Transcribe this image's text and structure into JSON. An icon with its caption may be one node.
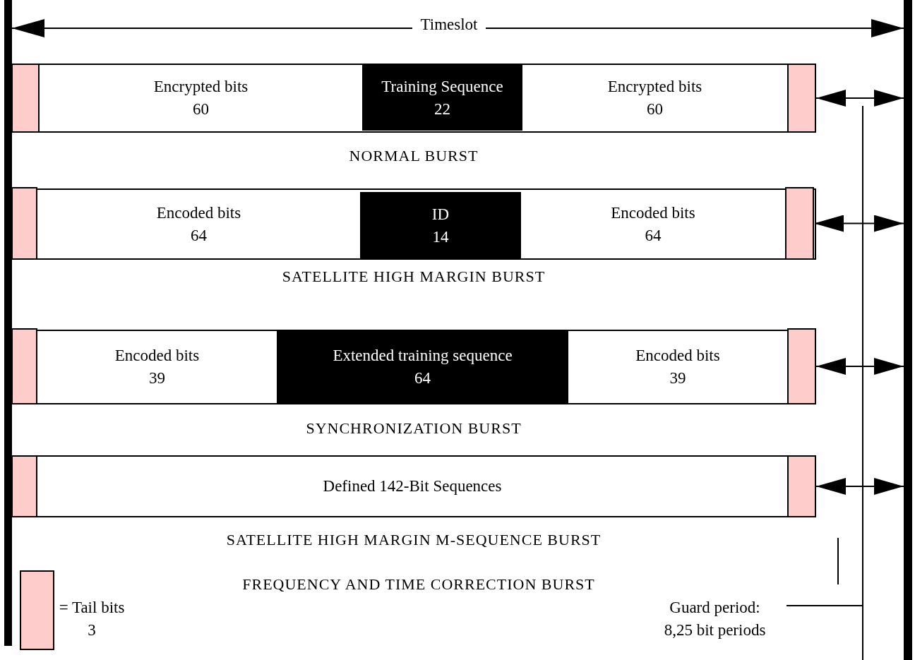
{
  "diagram": {
    "nodes": [
      {
        "text": [],
        "shape": "bar"
      },
      {
        "text": [],
        "shape": "bar"
      },
      {
        "text": [
          "NORMAL BURST"
        ]
      },
      {
        "text": [],
        "shape": "box",
        "in": 2
      },
      {
        "text": [
          "Encrypted bits",
          "60"
        ],
        "in": 2
      },
      {
        "text": [
          "Training Sequence",
          "22"
        ],
        "in": 2
      },
      {
        "text": [
          "Encrypted bits",
          "60"
        ],
        "in": 2
      },
      {
        "text": [],
        "shape": "box",
        "in": 2
      },
      {
        "text": [
          "SATELLITE HIGH MARGIN BURST"
        ]
      },
      {
        "text": [],
        "shape": "box",
        "in": 8
      },
      {
        "text": [
          "Encoded bits",
          "64"
        ],
        "in": 8
      },
      {
        "text": [
          "ID",
          "14"
        ],
        "in": 8
      },
      {
        "text": [
          "Encoded bits",
          "64"
        ],
        "in": 8
      },
      {
        "text": [],
        "shape": "box",
        "in": 8
      },
      {
        "text": [
          "SYNCHRONIZATION BURST"
        ]
      },
      {
        "text": [],
        "shape": "box",
        "in": 14
      },
      {
        "text": [
          "Encoded bits",
          "39"
        ],
        "in": 14
      },
      {
        "text": [
          "Extended training sequence",
          "64"
        ],
        "in": 14
      },
      {
        "text": [
          "Encoded bits",
          "39"
        ],
        "in": 14
      },
      {
        "text": [],
        "shape": "box",
        "in": 14
      },
      {
        "text": [
          "SATELLITE HIGH MARGIN M-SEQUENCE BURST"
        ]
      },
      {
        "text": [],
        "shape": "box",
        "in": 20
      },
      {
        "text": [
          "Defined 142-Bit Sequences"
        ],
        "in": 20
      },
      {
        "text": [],
        "shape": "box",
        "in": 20
      },
      {
        "text": [
          "Guard period:",
          "8,25 bit periods"
        ]
      }
    ],
    "edges": [
      {
        "from": 0,
        "to": 1,
        "arrow": "both",
        "label": "Timeslot"
      },
      {
        "from": 7,
        "to": 1,
        "arrow": "both"
      },
      {
        "from": 13,
        "to": 1,
        "arrow": "both"
      },
      {
        "from": 19,
        "to": 1,
        "arrow": "both"
      },
      {
        "from": 23,
        "to": 1,
        "arrow": "both"
      },
      {
        "from": 24,
        "to": null,
        "arrow": "none"
      }
    ],
    "labels": [
      "FREQUENCY AND TIME CORRECTION BURST"
    ],
    "legend": [
      {
        "text": "= Tail bits 3",
        "color": "#ffcccc"
      }
    ]
  }
}
